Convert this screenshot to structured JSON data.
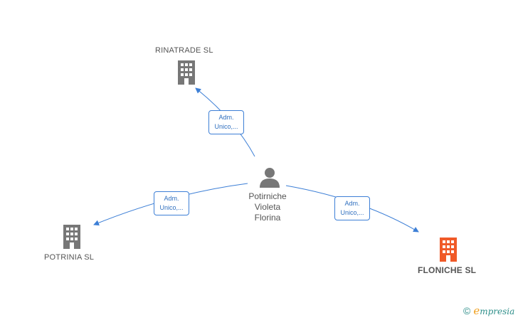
{
  "nodes": {
    "rinatrade": {
      "label": "RINATRADE  SL",
      "icon": "building-icon",
      "color": "#777777"
    },
    "potrinia": {
      "label": "POTRINIA  SL",
      "icon": "building-icon",
      "color": "#777777"
    },
    "floniche": {
      "label": "FLONICHE  SL",
      "icon": "building-icon",
      "color": "#f05a28"
    },
    "person": {
      "name_lines": [
        "Potirniche",
        "Violeta",
        "Florina"
      ],
      "icon": "person-icon",
      "color": "#777777"
    }
  },
  "edges": [
    {
      "from": "person",
      "to": "rinatrade",
      "label_lines": [
        "Adm.",
        "Unico,..."
      ]
    },
    {
      "from": "person",
      "to": "potrinia",
      "label_lines": [
        "Adm.",
        "Unico,..."
      ]
    },
    {
      "from": "person",
      "to": "floniche",
      "label_lines": [
        "Adm.",
        "Unico,..."
      ]
    }
  ],
  "edge_color": "#3d7fd6",
  "brand": {
    "copyright": "©",
    "name_initial": "e",
    "name_rest": "mpresia",
    "color": "#2e8f8a",
    "accent": "#f0a020"
  }
}
